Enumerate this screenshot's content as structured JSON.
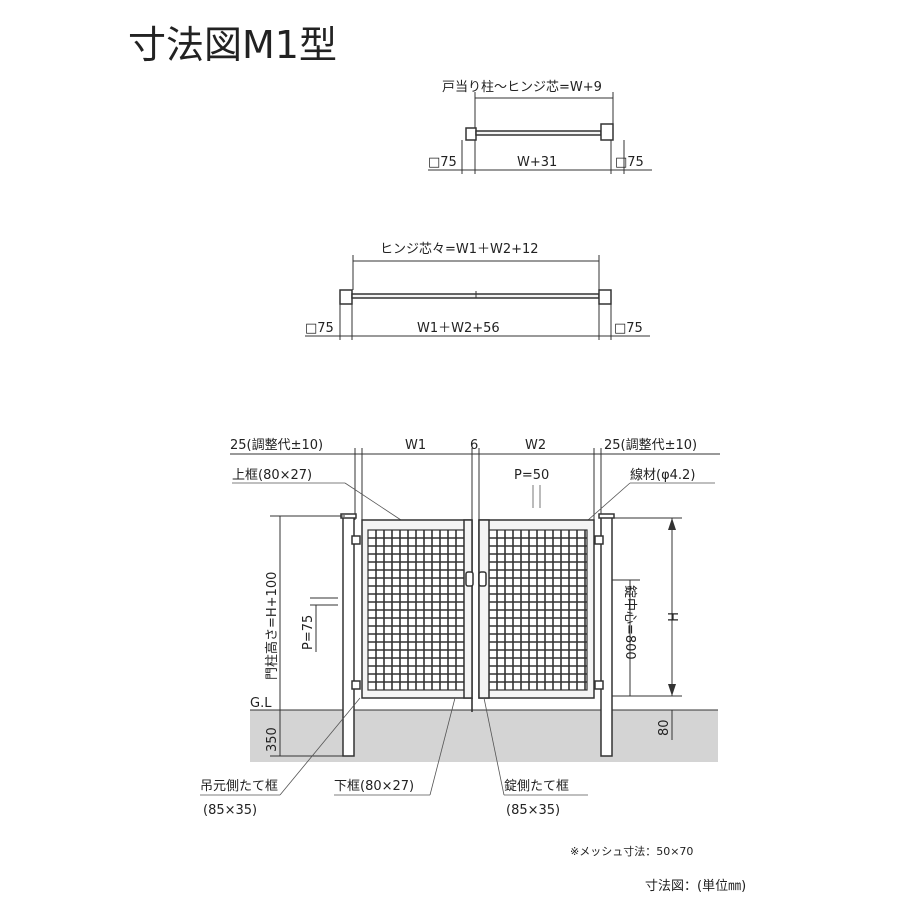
{
  "title": "寸法図M1型",
  "top_plan": {
    "span_label": "戸当り柱～ヒンジ芯=W+9",
    "post_left": "□75",
    "width_label": "W+31",
    "post_right": "□75"
  },
  "middle_plan": {
    "span_label": "ヒンジ芯々=W1＋W2+12",
    "post_left": "□75",
    "width_label": "W1＋W2+56",
    "post_right": "□75"
  },
  "elevation": {
    "adjust_left": "25(調整代±10)",
    "w1": "W1",
    "gap": "6",
    "w2": "W2",
    "adjust_right": "25(調整代±10)",
    "top_frame": "上框(80×27)",
    "pitch_top": "P=50",
    "wire": "線材(φ4.2)",
    "post_height": "門柱高さ=H+100",
    "pitch_side": "P=75",
    "gl": "G.L",
    "embed": "350",
    "lock_center": "錠中心=800",
    "height": "H",
    "ground_gap": "80",
    "hinge_frame": "吊元側たて框",
    "hinge_frame_size": "(85×35)",
    "bottom_frame": "下框(80×27)",
    "lock_frame": "錠側たて框",
    "lock_frame_size": "(85×35)"
  },
  "notes": {
    "mesh": "※メッシュ寸法：50×70",
    "unit": "寸法図：(単位㎜)"
  }
}
